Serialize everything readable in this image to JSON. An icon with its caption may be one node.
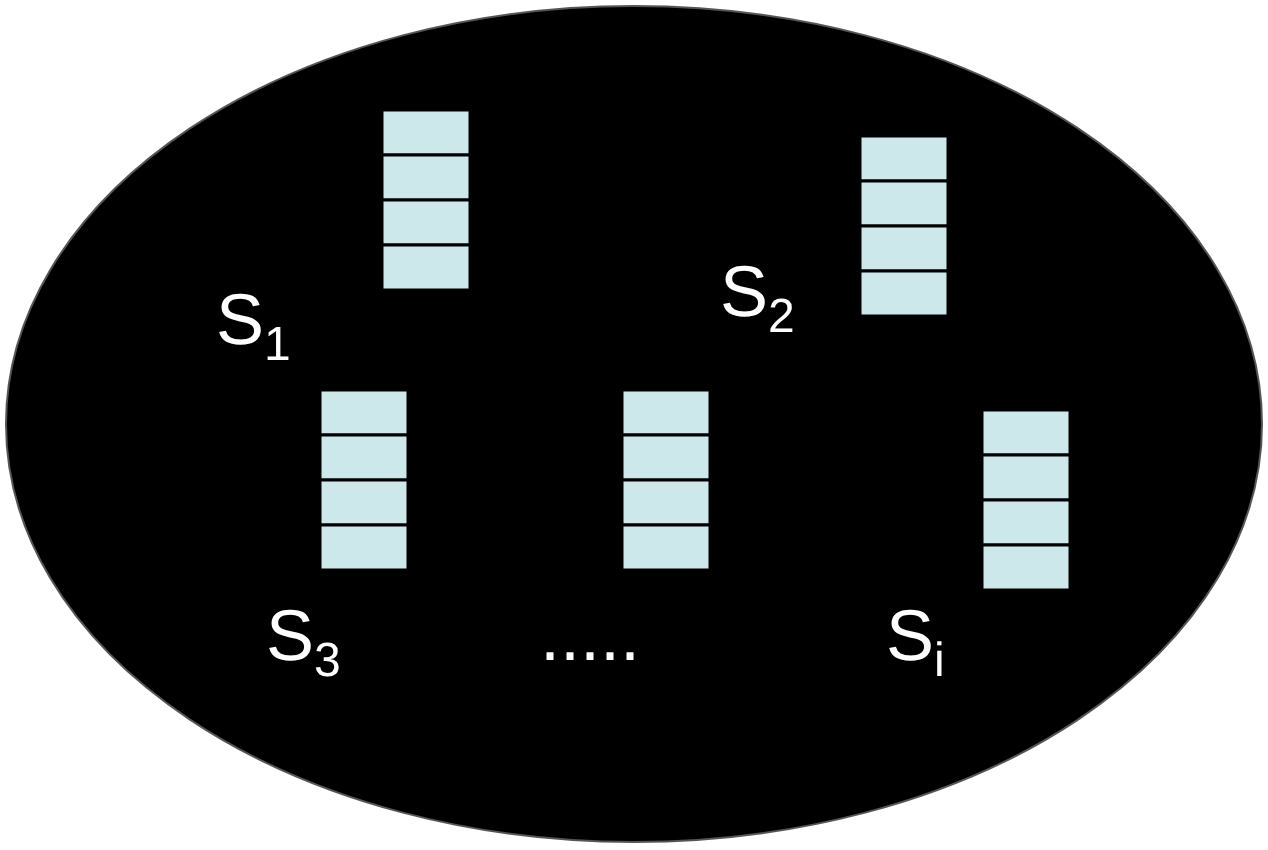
{
  "diagram": {
    "labels": [
      "S$_{1}$",
      "S$_{2}$",
      "S$_{3}$",
      ".....",
      "S$_{i}$"
    ]
  }
}
